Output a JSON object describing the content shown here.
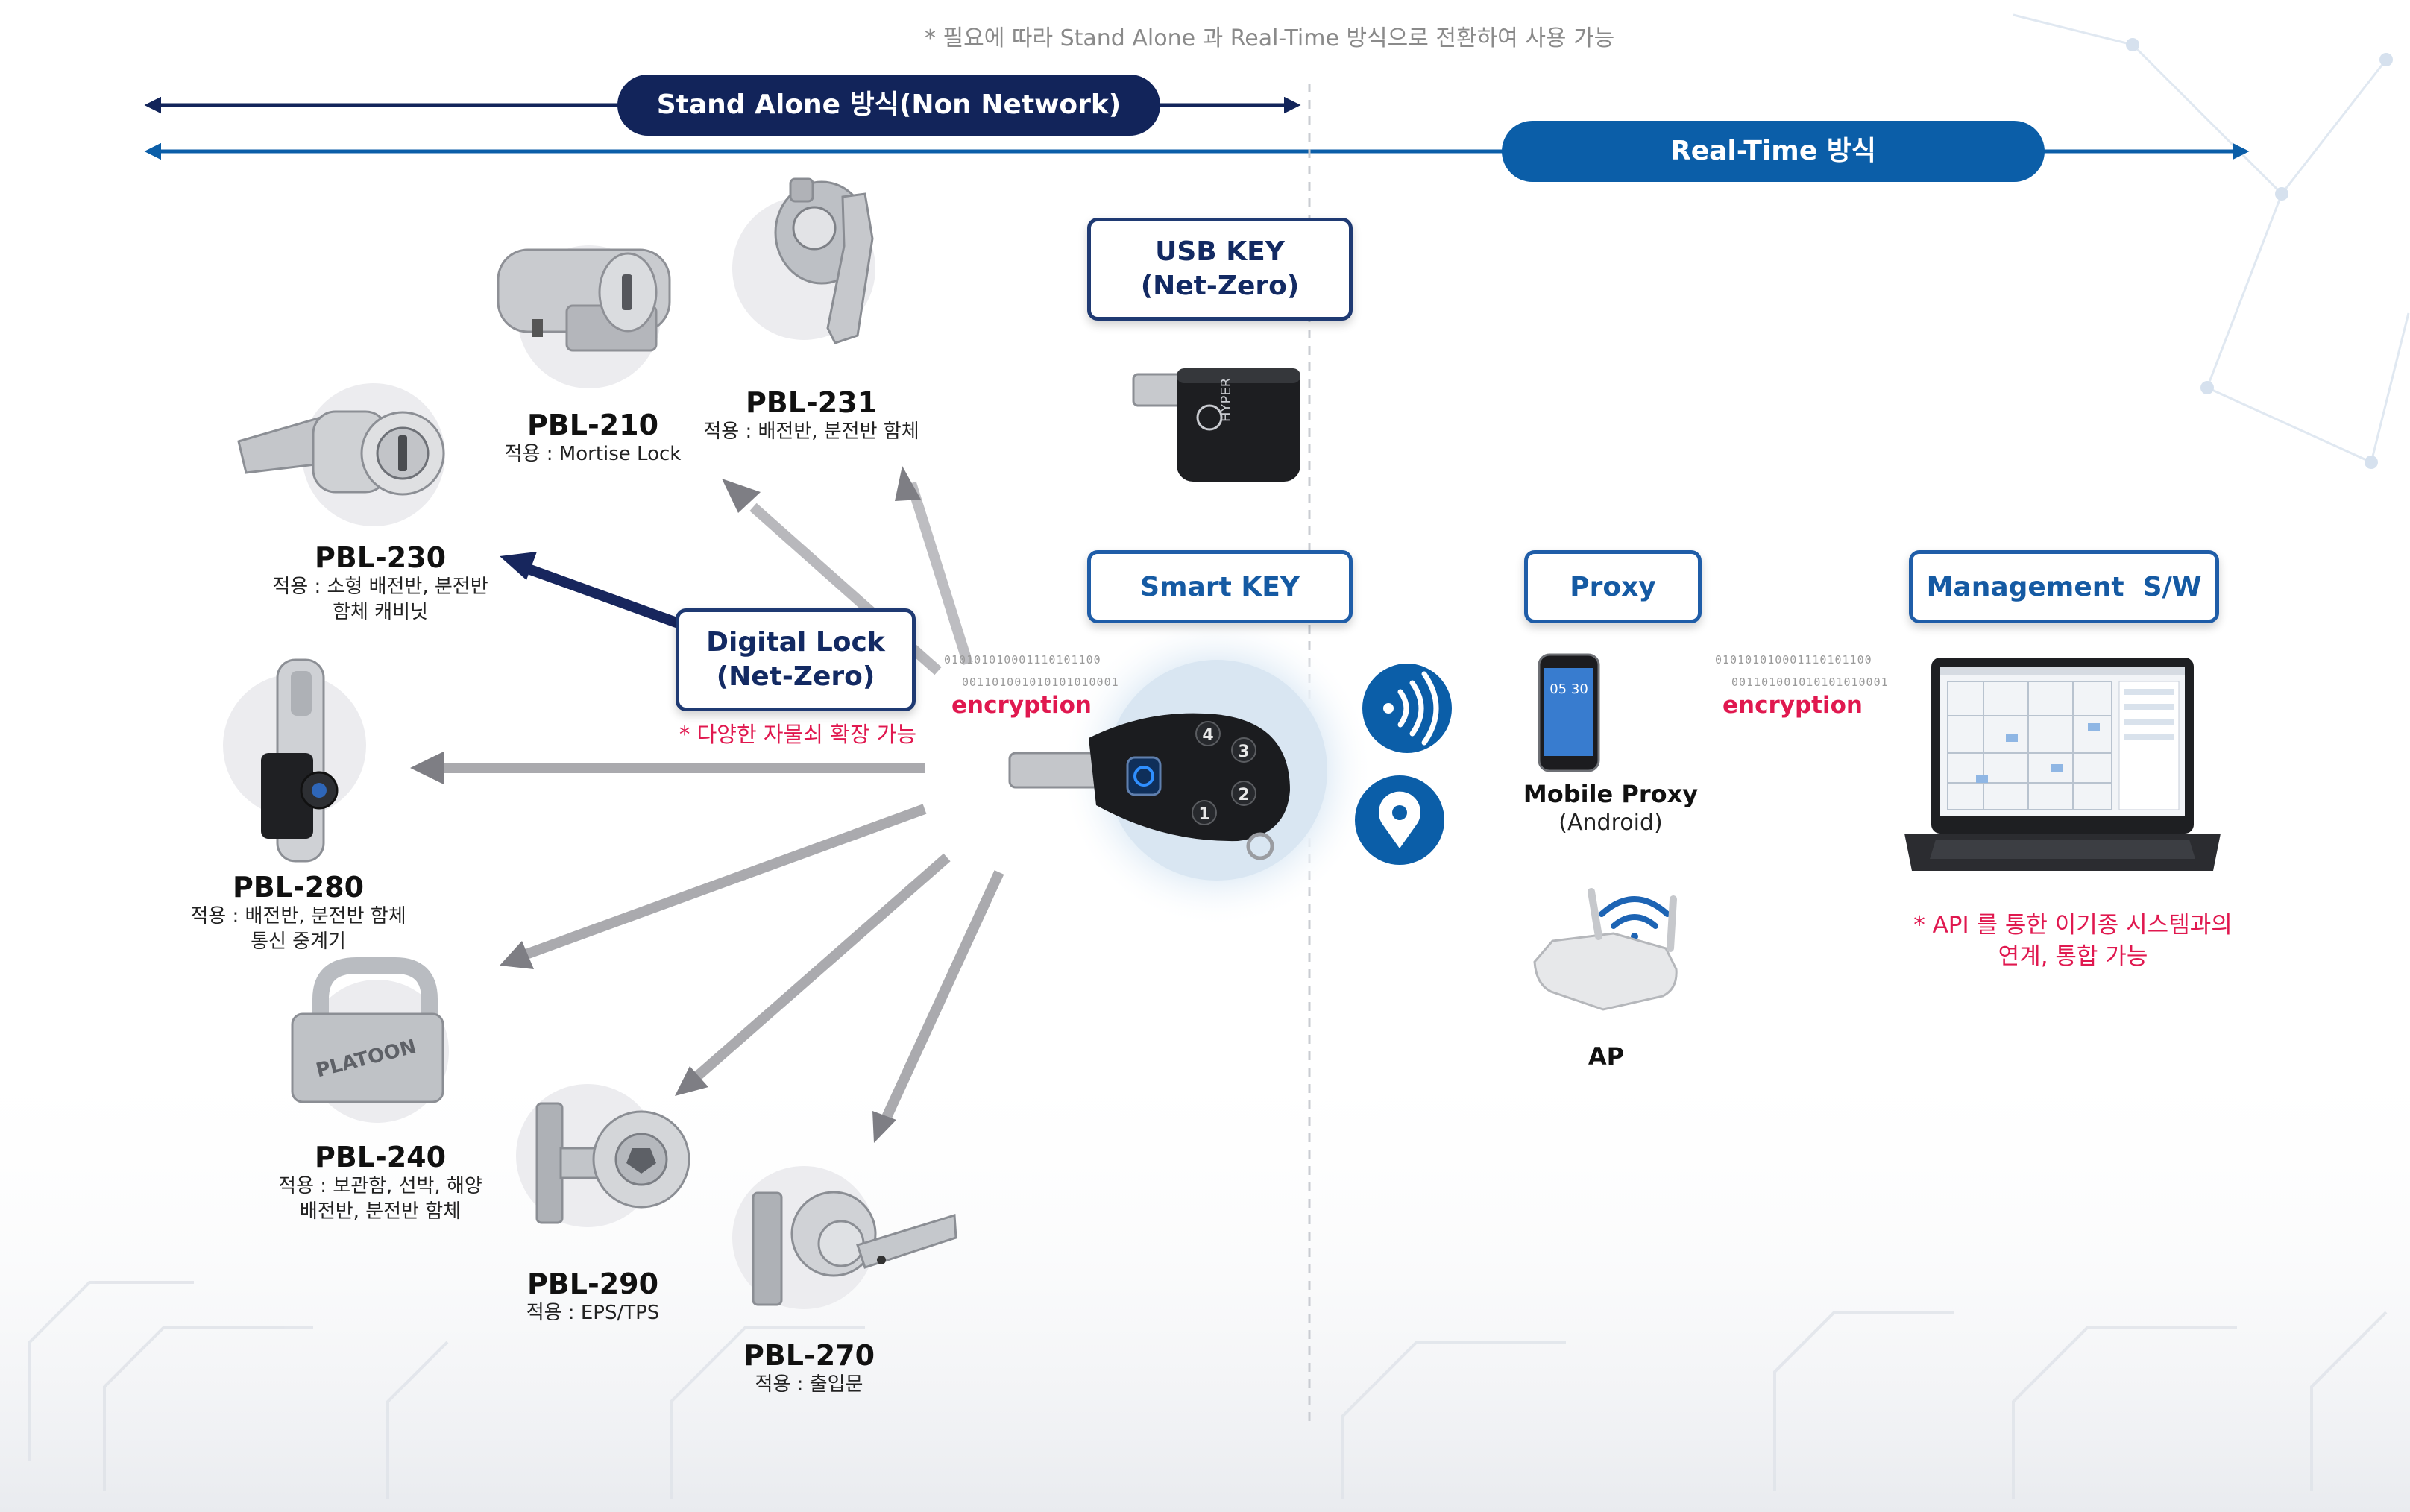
{
  "top_note": "* 필요에 따라 Stand Alone 과 Real-Time 방식으로 전환하여 사용 가능",
  "stand_alone_label": "Stand Alone 방식(Non Network)",
  "real_time_label": "Real-Time 방식",
  "usb_key": {
    "line1": "USB KEY",
    "line2": "(Net-Zero)"
  },
  "smart_key": "Smart KEY",
  "proxy": "Proxy",
  "management": "Management  S/W",
  "digital_lock": {
    "line1": "Digital Lock",
    "line2": "(Net-Zero)",
    "note": "*  다양한 자물쇠 확장 가능"
  },
  "encryption": "encryption",
  "binary_line1": "010101010001110101100",
  "binary_line2": "001101001010101010001",
  "products": [
    {
      "name": "PBL-210",
      "desc1": "적용 : Mortise Lock",
      "desc2": ""
    },
    {
      "name": "PBL-231",
      "desc1": "적용 : 배전반, 분전반 함체",
      "desc2": ""
    },
    {
      "name": "PBL-230",
      "desc1": "적용 : 소형 배전반, 분전반",
      "desc2": "함체 캐비닛"
    },
    {
      "name": "PBL-280",
      "desc1": "적용 : 배전반, 분전반 함체",
      "desc2": "통신 중계기"
    },
    {
      "name": "PBL-240",
      "desc1": "적용 : 보관함, 선박, 해양",
      "desc2": "배전반, 분전반 함체"
    },
    {
      "name": "PBL-290",
      "desc1": "적용 : EPS/TPS",
      "desc2": ""
    },
    {
      "name": "PBL-270",
      "desc1": "적용 : 출입문",
      "desc2": ""
    }
  ],
  "mobile_proxy": {
    "name": "Mobile Proxy",
    "sub": "(Android)"
  },
  "ap_label": "AP",
  "api_note": {
    "line1": "*  API 를 통한 이기종 시스템과의",
    "line2": "연계, 통합 가능"
  },
  "key_buttons": [
    "1",
    "2",
    "3",
    "4"
  ],
  "phone_time": "05 30",
  "padlock_brand": "PLATOON",
  "usb_brand": "HYPER",
  "colors": {
    "navy": "#12245a",
    "blue": "#0b5ea8",
    "red": "#e0184f"
  },
  "icons": [
    "nfc-icon",
    "location-pin-icon",
    "wifi-icon"
  ]
}
